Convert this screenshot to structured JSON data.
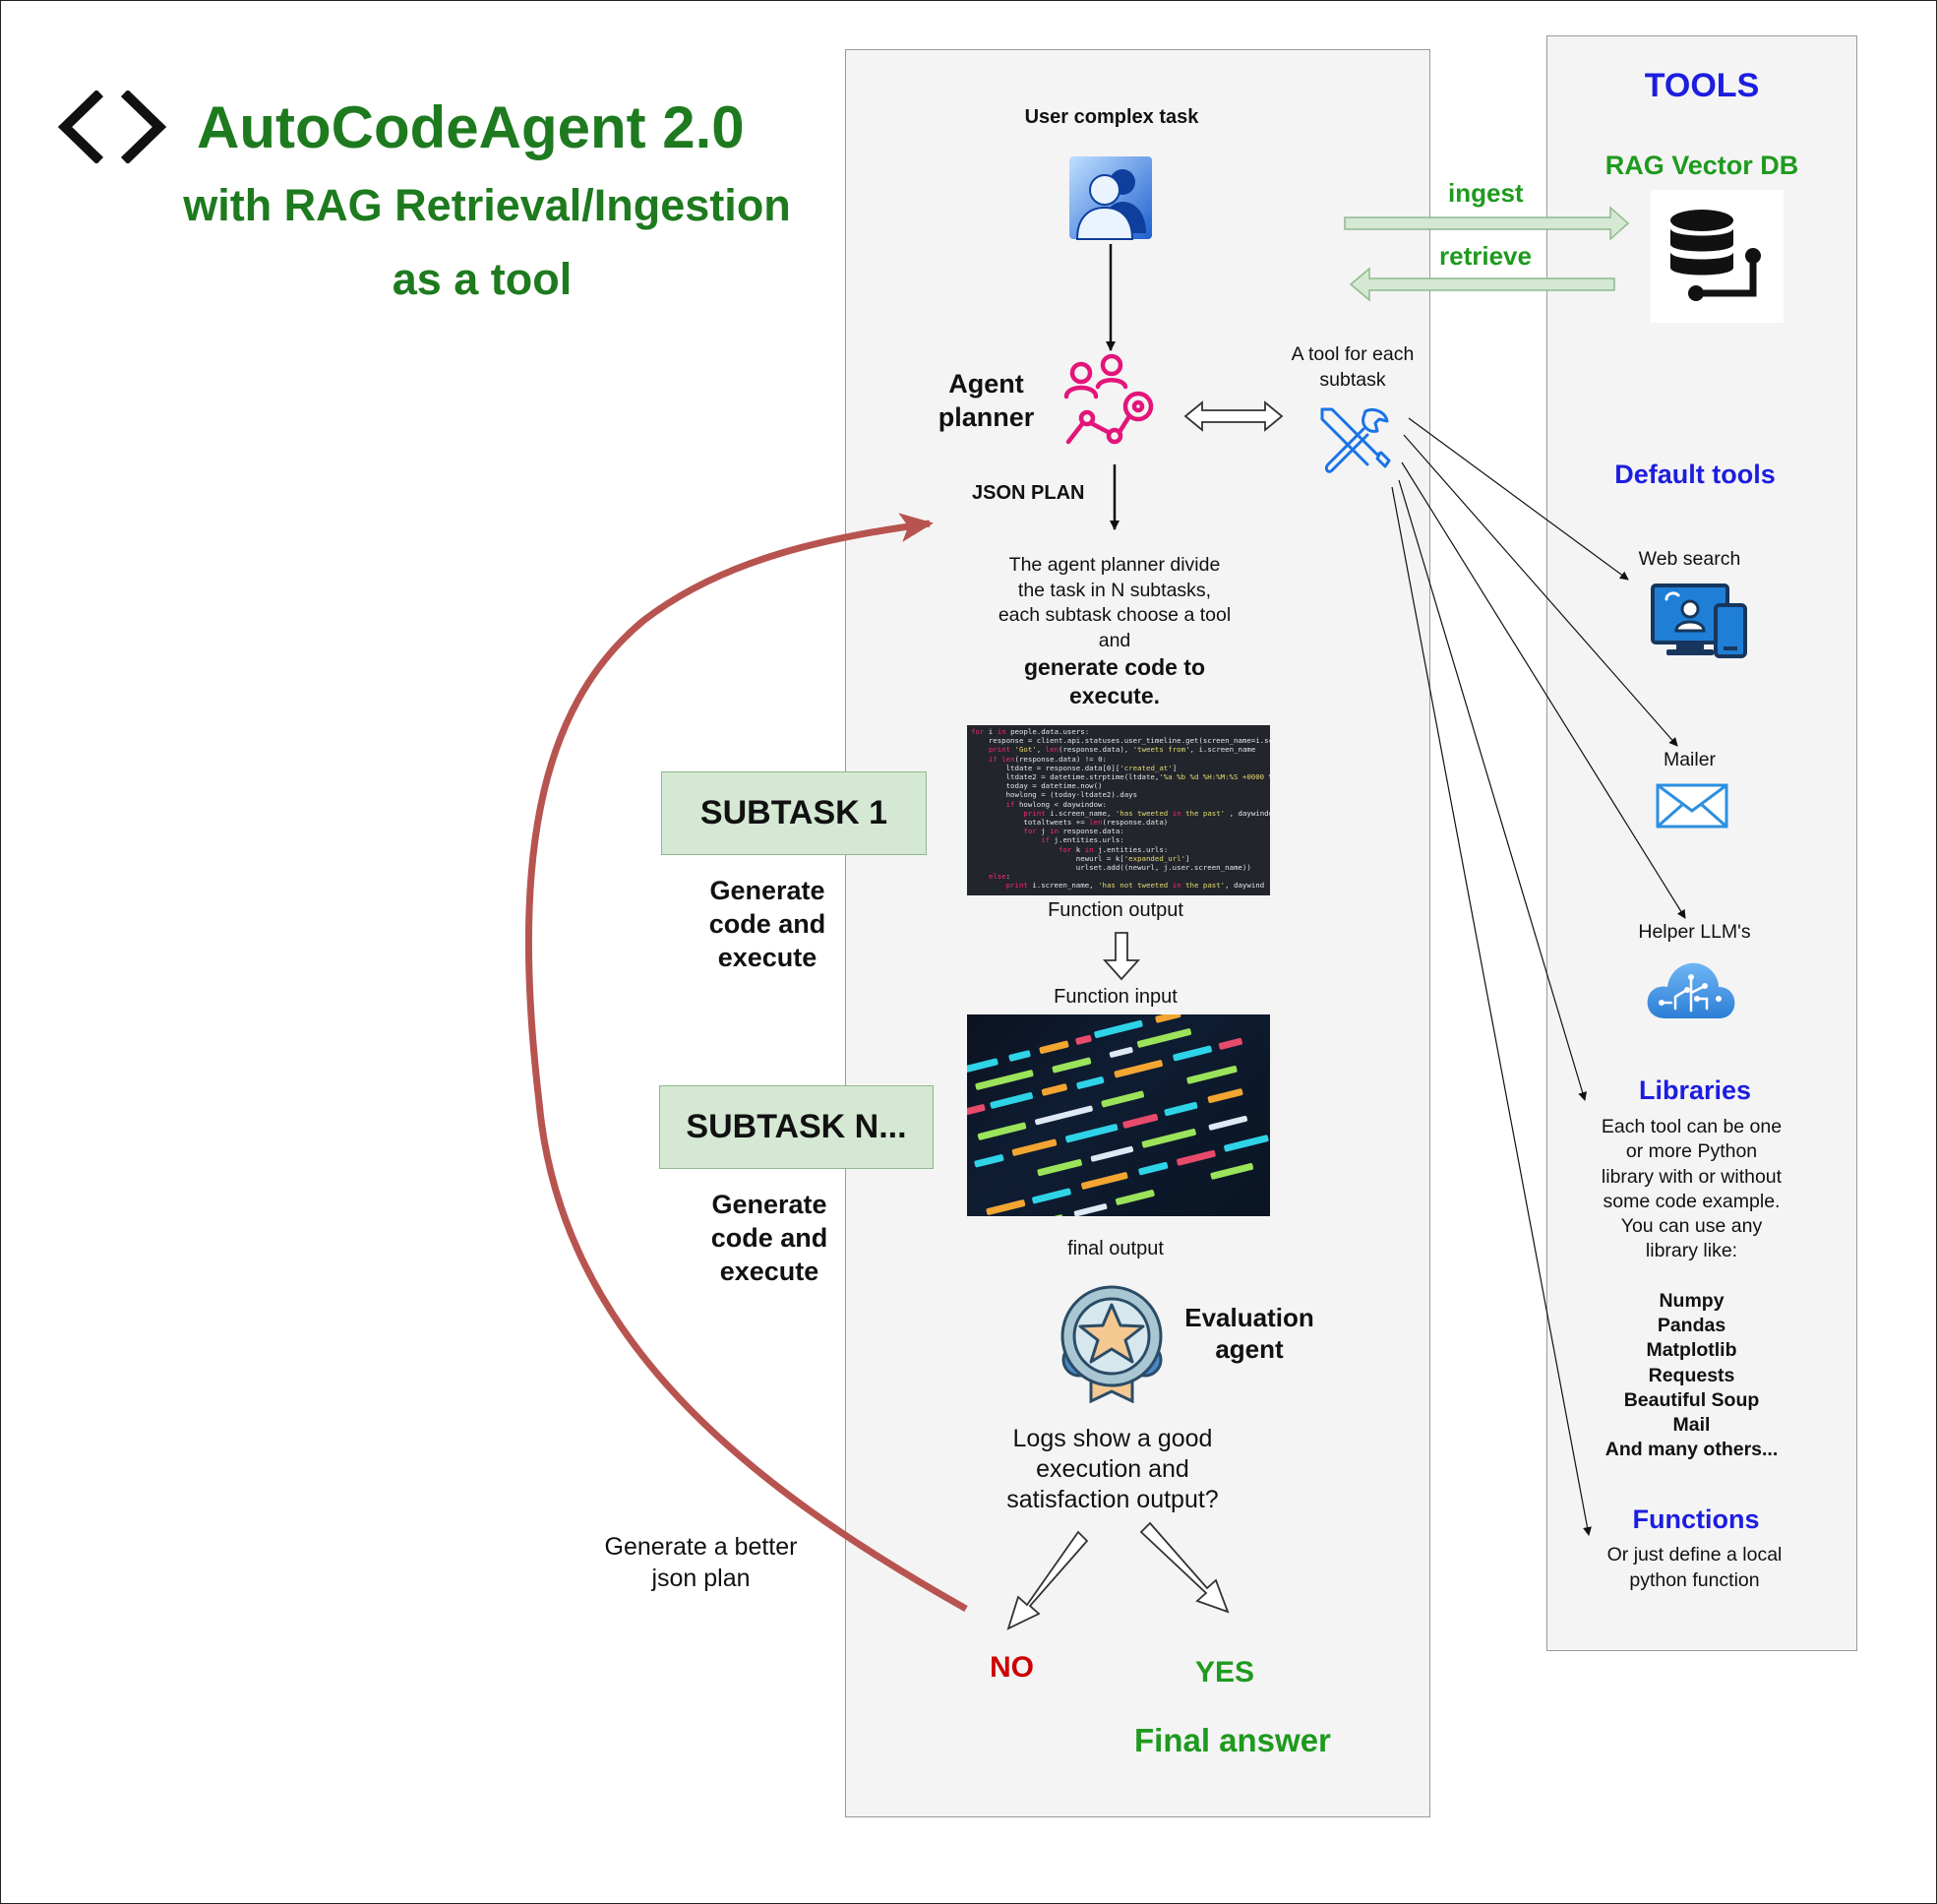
{
  "header": {
    "title": "AutoCodeAgent 2.0",
    "subtitle_line1": "with RAG Retrieval/Ingestion",
    "subtitle_line2": "as a tool"
  },
  "flow": {
    "user_task": "User complex task",
    "agent_planner_line1": "Agent",
    "agent_planner_line2": "planner",
    "json_plan": "JSON PLAN",
    "planner_desc_lines": [
      "The agent planner divide",
      "the task in N subtasks,",
      "each subtask choose a tool",
      "and"
    ],
    "planner_desc_bold_lines": [
      "generate code to",
      "execute."
    ],
    "function_output": "Function output",
    "function_input": "Function input",
    "final_output": "final output",
    "evaluation_line1": "Evaluation",
    "evaluation_line2": "agent",
    "logs_question_lines": [
      "Logs show a good",
      "execution and",
      "satisfaction output?"
    ],
    "no_label": "NO",
    "yes_label": "YES",
    "final_answer": "Final answer",
    "better_plan_lines": [
      "Generate a better",
      "json plan"
    ]
  },
  "subtasks": [
    {
      "label": "SUBTASK 1",
      "action_lines": [
        "Generate",
        "code and",
        "execute"
      ]
    },
    {
      "label": "SUBTASK N...",
      "action_lines": [
        "Generate",
        "code and",
        "execute"
      ]
    }
  ],
  "tool_link": {
    "label_lines": [
      "A tool for each",
      "subtask"
    ],
    "ingest": "ingest",
    "retrieve": "retrieve"
  },
  "tools_panel": {
    "title": "TOOLS",
    "rag_title": "RAG Vector DB",
    "default_tools_title": "Default tools",
    "web_search": "Web search",
    "mailer": "Mailer",
    "helper_llms": "Helper LLM's",
    "libraries_title": "Libraries",
    "libraries_desc_lines": [
      "Each tool can be one",
      "or more Python",
      "library with or without",
      "some code example.",
      "You can use any",
      "library like:"
    ],
    "library_list": [
      "Numpy",
      "Pandas",
      "Matplotlib",
      "Requests",
      "Beautiful Soup",
      "Mail",
      "And many others..."
    ],
    "functions_title": "Functions",
    "functions_desc_lines": [
      "Or just define a local",
      "python function"
    ]
  },
  "code_snippet": [
    "for i in people.data.users:",
    "    response = client.api.statuses.user_timeline.get(screen_name=i.scre",
    "    print 'Got', len(response.data), 'tweets from', i.screen_name",
    "    if len(response.data) != 0:",
    "        ltdate = response.data[0]['created_at']",
    "        ltdate2 = datetime.strptime(ltdate,'%a %b %d %H:%M:%S +0000 %Y'",
    "        today = datetime.now()",
    "        howlong = (today-ltdate2).days",
    "        if howlong < daywindow:",
    "            print i.screen_name, 'has tweeted in the past' , daywindow,",
    "            totaltweets += len(response.data)",
    "            for j in response.data:",
    "                if j.entities.urls:",
    "                    for k in j.entities.urls:",
    "                        newurl = k['expanded_url']",
    "                        urlset.add((newurl, j.user.screen_name))",
    "    else:",
    "        print i.screen_name, 'has not tweeted in the past', daywind"
  ],
  "colors": {
    "title_green": "#1e7a1e",
    "tools_blue": "#1d1de0",
    "link_green": "#1e9a1e",
    "no_red": "#cc0000",
    "feedback_arrow": "#b85450",
    "panel_fill": "#f4f4f4",
    "subtask_fill": "#d5e8d4",
    "planner_pink": "#e3157a",
    "tool_icon_blue": "#1a73e8"
  },
  "icons": [
    "code-brackets-icon",
    "users-icon",
    "agent-planner-icon",
    "tools-icon",
    "database-icon",
    "web-search-icon",
    "mail-icon",
    "cloud-ai-icon",
    "award-icon"
  ]
}
